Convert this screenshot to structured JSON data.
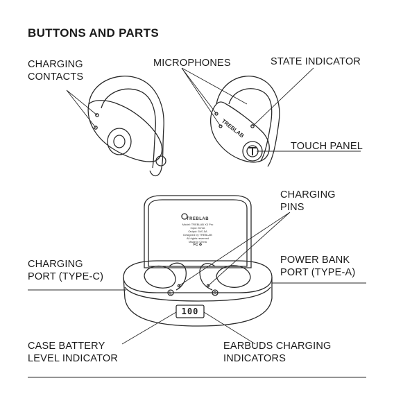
{
  "title": "BUTTONS AND PARTS",
  "labels": {
    "charging_contacts": [
      "CHARGING",
      "CONTACTS"
    ],
    "microphones": "MICROPHONES",
    "state_indicator": "STATE INDICATOR",
    "touch_panel": "TOUCH PANEL",
    "charging_pins": [
      "CHARGING",
      "PINS"
    ],
    "charging_port": [
      "CHARGING",
      "PORT (TYPE-C)"
    ],
    "power_bank_port": [
      "POWER BANK",
      "PORT (TYPE-A)"
    ],
    "case_battery": [
      "CASE BATTERY",
      "LEVEL INDICATOR"
    ],
    "earbuds_charging": [
      "EARBUDS CHARGING",
      "INDICATORS"
    ]
  },
  "earbud_brand": "TREBLAB",
  "case_lid": {
    "brand": "TREBLAB",
    "lines": [
      "Model: TREBLAB X3 Pro",
      "Input: 5V1A",
      "Output: 5V0.5A",
      "Designed by TREBLAB",
      "All rights reserved",
      "Made in China"
    ],
    "marks": "FC ♻"
  },
  "battery_display": "100",
  "earbud_marks": [
    "L",
    "R"
  ]
}
